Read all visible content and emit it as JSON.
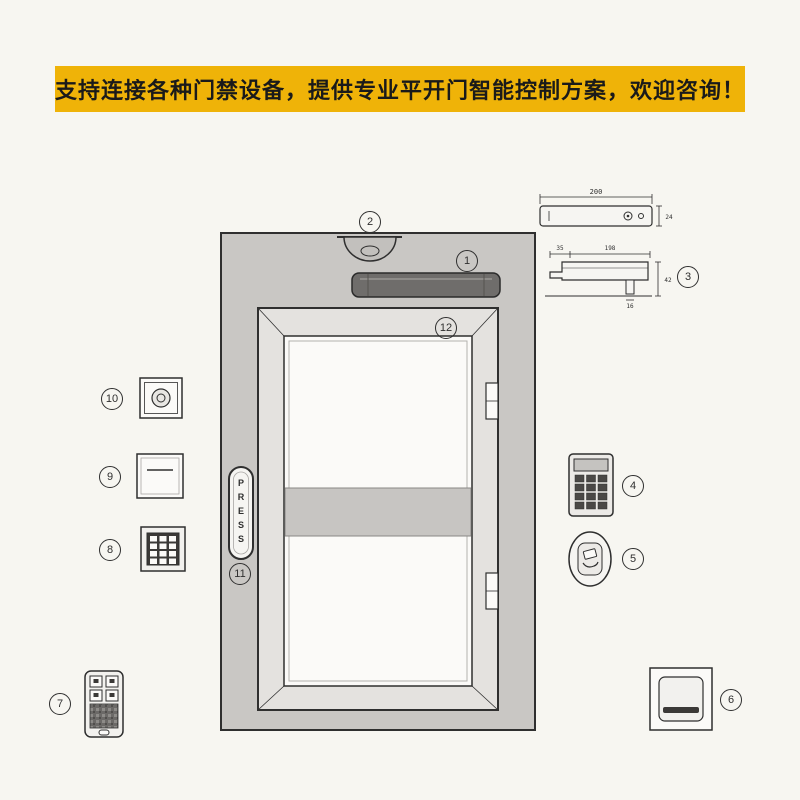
{
  "banner": {
    "text": "支持连接各种门禁设备，提供专业平开门智能控制方案，欢迎咨询！"
  },
  "callouts": {
    "n1": "1",
    "n2": "2",
    "n3": "3",
    "n4": "4",
    "n5": "5",
    "n6": "6",
    "n7": "7",
    "n8": "8",
    "n9": "9",
    "n10": "10",
    "n11": "11",
    "n12": "12"
  },
  "press_button": {
    "label": "PRESS"
  },
  "tech_drawing": {
    "dims": {
      "top_width": "200",
      "top_side": "24",
      "left_seg": "35",
      "main_seg": "198",
      "height": "42",
      "foot": "16"
    }
  },
  "colors": {
    "background": "#f7f6f1",
    "banner_bg": "#efb308",
    "wall": "#c9c7c4",
    "operator_bar": "#6f6d6b",
    "line": "#2f2f2f"
  }
}
